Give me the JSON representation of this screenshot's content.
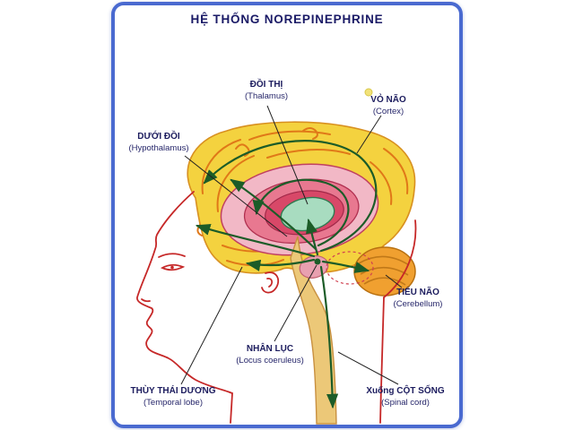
{
  "title": "HỆ THỐNG NOREPINEPHRINE",
  "labels": {
    "thalamus": {
      "vi": "ĐỒI THỊ",
      "en": "(Thalamus)"
    },
    "cortex": {
      "vi": "VỎ NÃO",
      "en": "(Cortex)"
    },
    "hypothalamus": {
      "vi": "DƯỚI ĐỒI",
      "en": "(Hypothalamus)"
    },
    "cerebellum": {
      "vi": "TIỂU NÃO",
      "en": "(Cerebellum)"
    },
    "locus_coeruleus": {
      "vi": "NHÂN LỤC",
      "en": "(Locus coeruleus)"
    },
    "temporal_lobe": {
      "vi": "THÙY THÁI DƯƠNG",
      "en": "(Temporal lobe)"
    },
    "spinal_cord": {
      "vi": "Xuống CỘT SỐNG",
      "en": "(Spinal cord)"
    }
  },
  "colors": {
    "frame_blue": "#4a6ad0",
    "title_navy": "#1a1a66",
    "head_outline_red": "#c62828",
    "brain_yellow": "#f4d23f",
    "gyri_orange": "#e07818",
    "limbic_pink": "#f2b8c6",
    "limbic_red": "#d84868",
    "thalamus_green": "#a8dcc0",
    "cerebellum_orange": "#f0a030",
    "brainstem_tan": "#ecc878",
    "arrow_green": "#1c5c28"
  }
}
